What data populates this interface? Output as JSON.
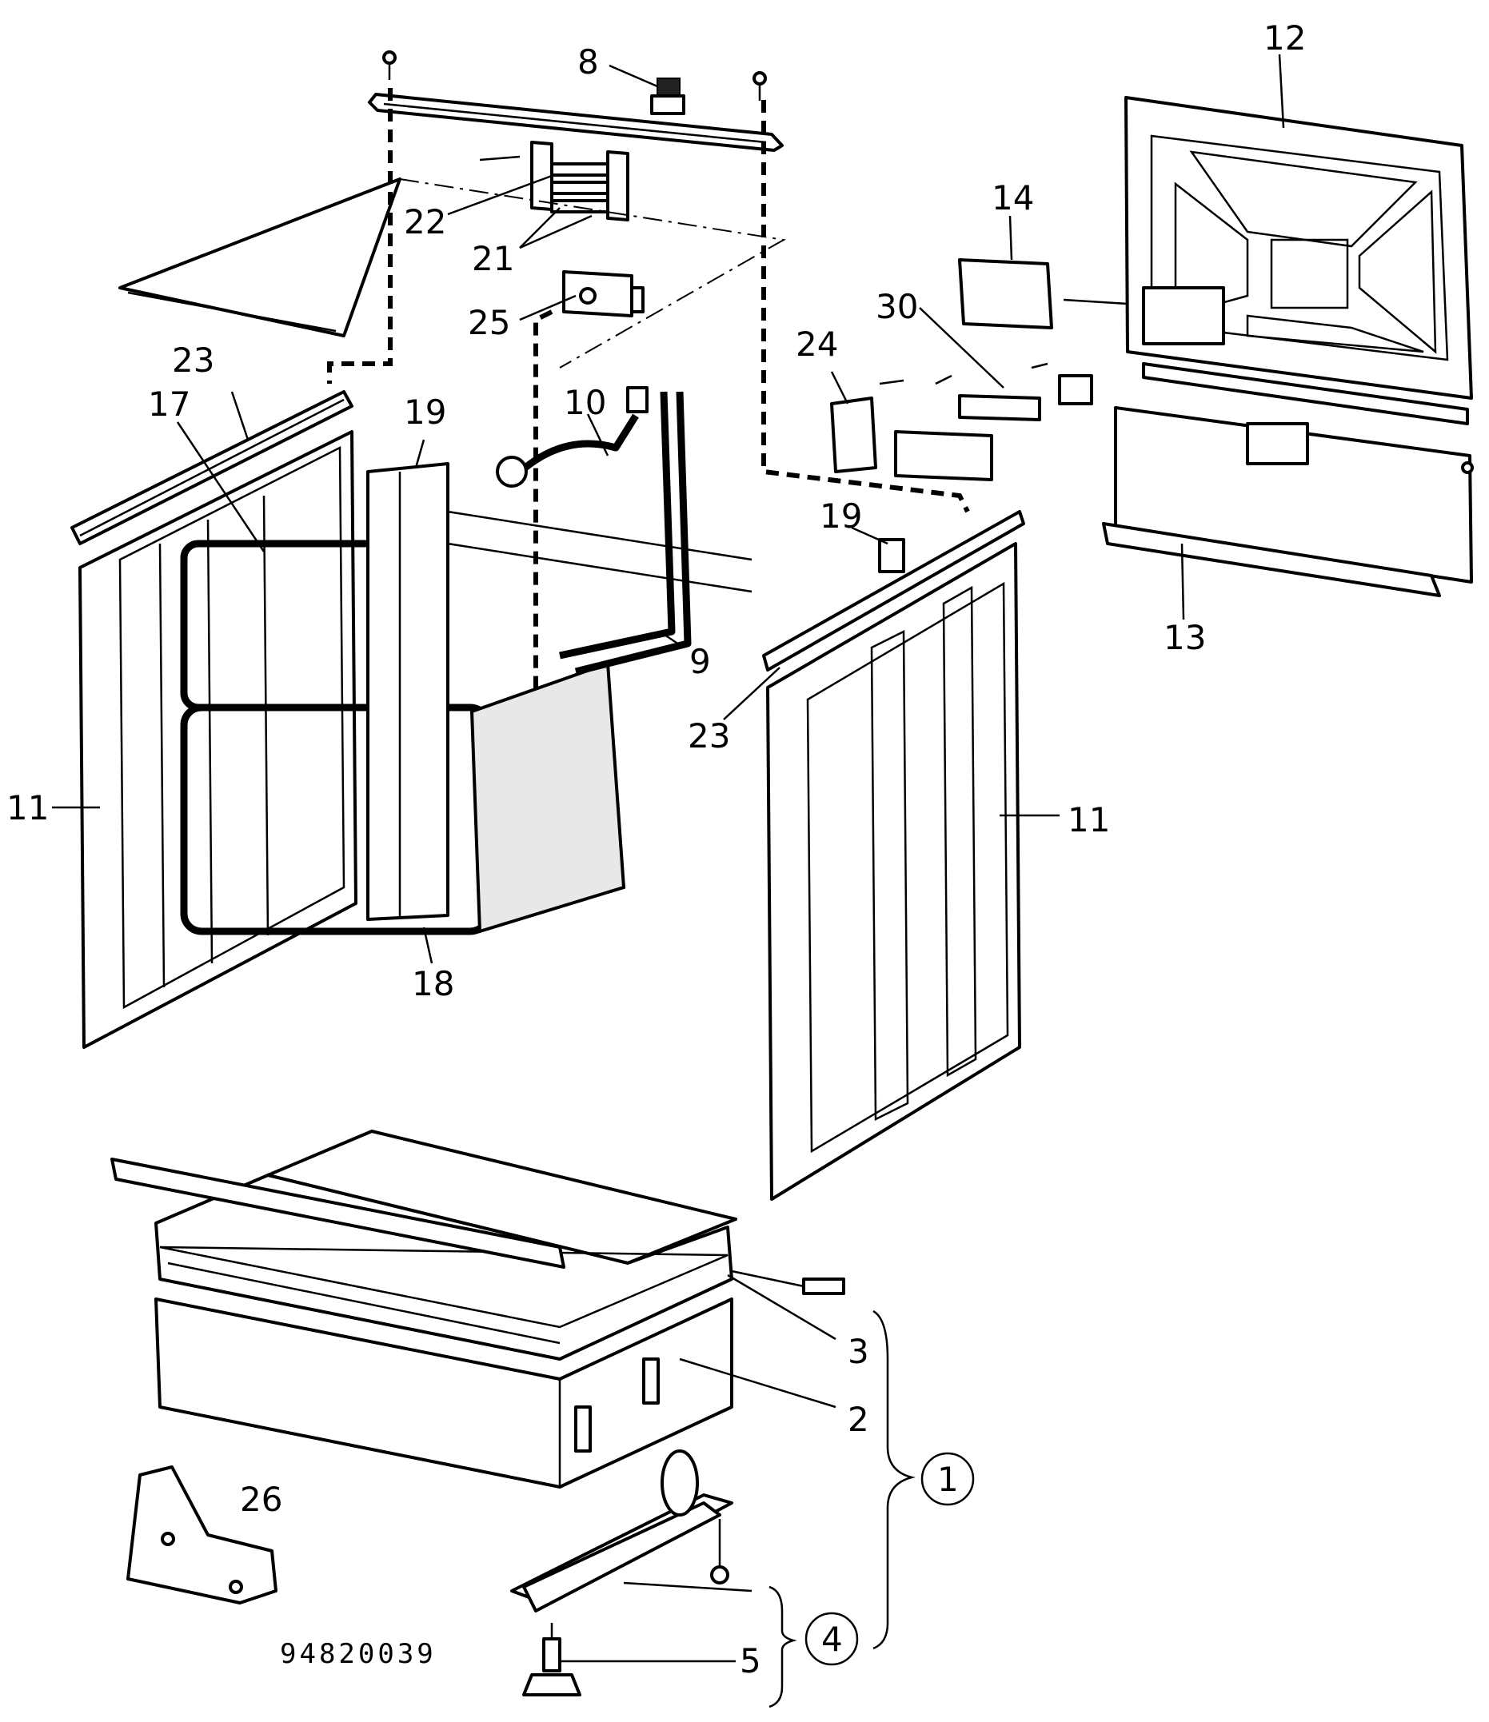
{
  "diagram": {
    "labels": [
      {
        "id": "l12",
        "text": "12"
      },
      {
        "id": "l8",
        "text": "8"
      },
      {
        "id": "l14",
        "text": "14"
      },
      {
        "id": "l22",
        "text": "22"
      },
      {
        "id": "l21",
        "text": "21"
      },
      {
        "id": "l25",
        "text": "25"
      },
      {
        "id": "l30",
        "text": "30"
      },
      {
        "id": "l24",
        "text": "24"
      },
      {
        "id": "l23a",
        "text": "23"
      },
      {
        "id": "l17",
        "text": "17"
      },
      {
        "id": "l19a",
        "text": "19"
      },
      {
        "id": "l10",
        "text": "10"
      },
      {
        "id": "l19b",
        "text": "19"
      },
      {
        "id": "l13",
        "text": "13"
      },
      {
        "id": "l9",
        "text": "9"
      },
      {
        "id": "l23b",
        "text": "23"
      },
      {
        "id": "l11a",
        "text": "11"
      },
      {
        "id": "l11b",
        "text": "11"
      },
      {
        "id": "l18",
        "text": "18"
      },
      {
        "id": "l3",
        "text": "3"
      },
      {
        "id": "l2",
        "text": "2"
      },
      {
        "id": "l1",
        "text": "1"
      },
      {
        "id": "l26",
        "text": "26"
      },
      {
        "id": "l4",
        "text": "4"
      },
      {
        "id": "l5",
        "text": "5"
      }
    ],
    "drawing_number": "94820039"
  }
}
